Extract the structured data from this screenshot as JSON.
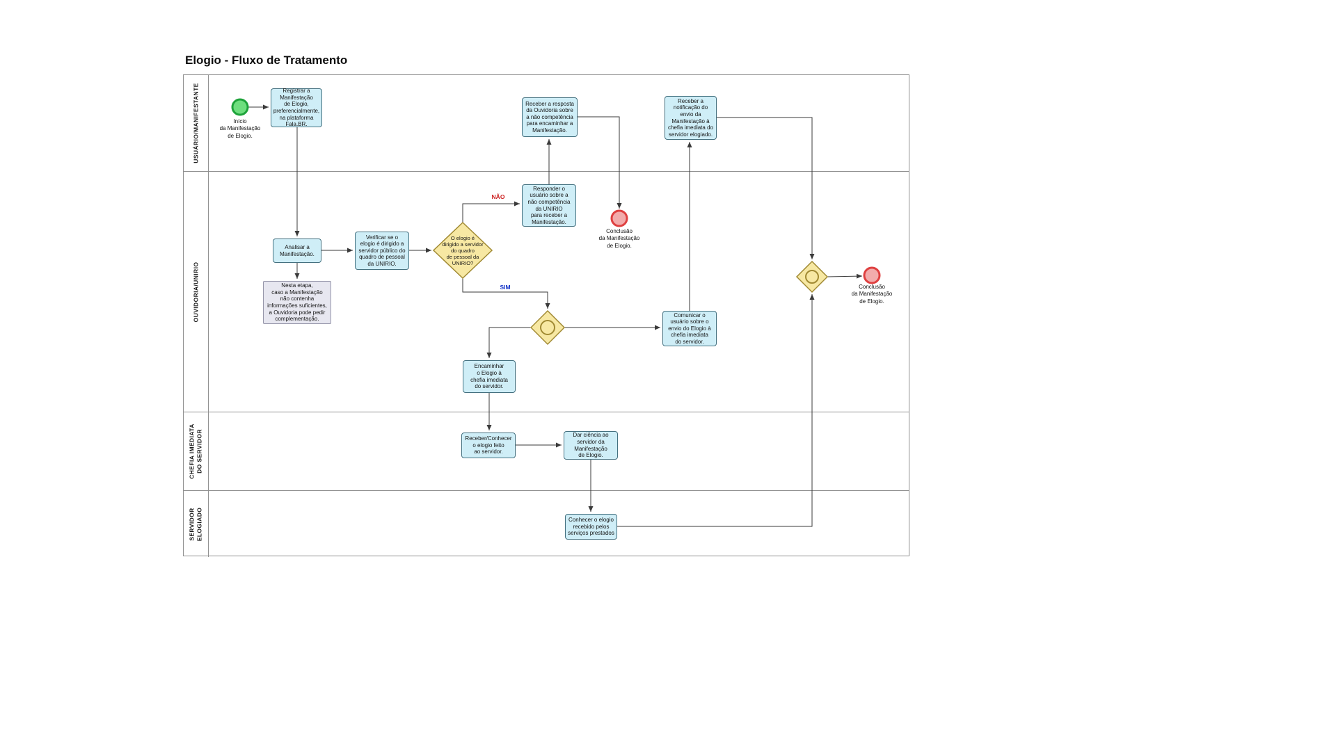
{
  "title": "Elogio - Fluxo de Tratamento",
  "lanes": [
    {
      "label": "USUÁRIO/MANIFESTANTE"
    },
    {
      "label": "OUVIDORIA/UNIRIO"
    },
    {
      "label": "CHEFIA IMEDIATA\nDO SERVIDOR"
    },
    {
      "label": "SERVIDOR\nELOGIADO"
    }
  ],
  "nodes": {
    "inicio": {
      "label": "Início\nda Manifestação\nde Elogio."
    },
    "registrar": {
      "label": "Registrar a\nManifestação\nde Elogio,\npreferencialmente,\nna plataforma\nFala.BR."
    },
    "receber_resposta": {
      "label": "Receber a resposta\nda Ouvidoria sobre\na não competência\npara encaminhar a\nManifestação."
    },
    "receber_notificacao": {
      "label": "Receber a\nnotificação do\nenvio da\nManifestação à\nchefia imediata do\nservidor elogiado."
    },
    "analisar": {
      "label": "Analisar a\nManifestação."
    },
    "verificar": {
      "label": "Verificar se o\nelogio é dirigido a\nservidor público do\nquadro de pessoal\nda UNIRIO."
    },
    "gateway_decisao": {
      "label": "O elogio é\ndirigido a servidor\ndo quadro\nde pessoal da\nUNIRIO?"
    },
    "responder": {
      "label": "Responder o\nusuário sobre a\nnão competência\nda UNIRIO\npara receber a\nManifestação."
    },
    "conclusao_nao": {
      "label": "Conclusão\nda Manifestação\nde Elogio."
    },
    "nota": {
      "label": "Nesta etapa,\ncaso a Manifestação\nnão contenha\ninformações suficientes,\na Ouvidoria pode pedir\ncomplementação."
    },
    "comunicar": {
      "label": "Comunicar o\nusuário sobre o\nenvio do Elogio à\nchefia imediata\ndo servidor."
    },
    "encaminhar": {
      "label": "Encaminhar\no Elogio à\nchefia imediata\ndo servidor."
    },
    "receber_conhecer": {
      "label": "Receber/Conhecer\no elogio feito\nao servidor."
    },
    "dar_ciencia": {
      "label": "Dar ciência ao\nservidor da\nManifestação\nde Elogio."
    },
    "conhecer_elogio": {
      "label": "Conhecer o elogio\nrecebido pelos\nserviços prestados"
    },
    "conclusao_fim": {
      "label": "Conclusão\nda Manifestação\nde Elogio."
    }
  },
  "edge_labels": {
    "nao": "NÃO",
    "sim": "SIM"
  },
  "colors": {
    "task_fill": "#cfeef7",
    "task_border": "#44707f",
    "gateway_fill": "#f7e8a3",
    "gateway_border": "#a18a33",
    "start_fill": "#6ede7e",
    "start_border": "#1ea33a",
    "end_fill": "#f2abab",
    "end_border": "#df4040",
    "note_fill": "#e7e7f0",
    "nao_color": "#cc1f1f",
    "sim_color": "#1636c9"
  }
}
